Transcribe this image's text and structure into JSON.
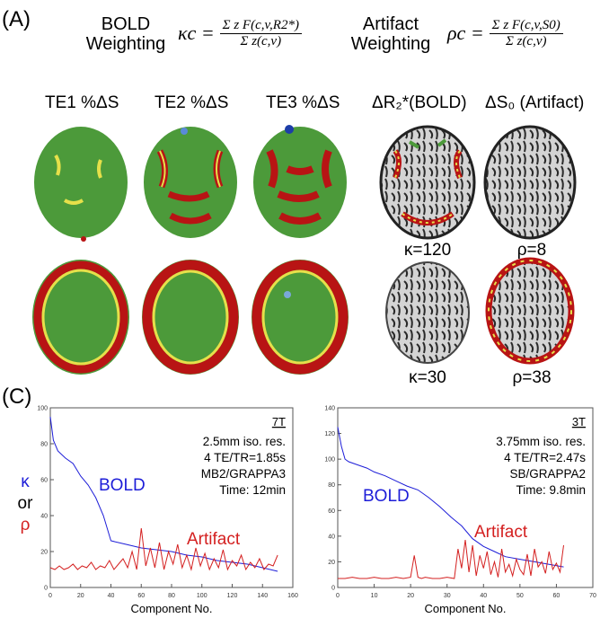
{
  "panel_a": {
    "label": "(A)",
    "bold_weighting": {
      "line1": "BOLD",
      "line2": "Weighting"
    },
    "artifact_weighting": {
      "line1": "Artifact",
      "line2": "Weighting"
    },
    "kappa_eq_lhs": "κc =",
    "rho_eq_lhs": "ρc =",
    "kappa_eq_num": "Σ z F(c,v,R2*)",
    "kappa_eq_den": "Σ z(c,v)",
    "rho_eq_num": "Σ z F(c,v,S0)",
    "rho_eq_den": "Σ z(c,v)",
    "column_headers": [
      "TE1 %ΔS",
      "TE2 %ΔS",
      "TE3 %ΔS",
      "ΔR₂*(BOLD)",
      "ΔS₀ (Artifact)"
    ],
    "row1_metrics": [
      "κ=120",
      "ρ=8"
    ],
    "row2_metrics": [
      "κ=30",
      "ρ=38"
    ]
  },
  "panel_c": {
    "label": "(C)"
  },
  "left_axis_labels": {
    "kappa": "κ",
    "or": "or",
    "rho": "ρ"
  },
  "colors": {
    "bold_line": "#1d1dd8",
    "artifact_line": "#d42020",
    "brain_green": "#4c9a3a",
    "brain_red": "#b81414",
    "brain_yellow": "#e6e04a"
  },
  "chart_data": [
    {
      "type": "line",
      "title": "7T",
      "annotation": [
        "2.5mm  iso. res.",
        "4 TE/TR=1.85s",
        "MB2/GRAPPA3",
        "Time: 12min"
      ],
      "xlabel": "Component No.",
      "ylabel": "",
      "xlim": [
        0,
        160
      ],
      "ylim": [
        0,
        100
      ],
      "xticks": [
        0,
        20,
        40,
        60,
        80,
        100,
        120,
        140,
        160
      ],
      "yticks": [
        0,
        20,
        40,
        60,
        80,
        100
      ],
      "series": [
        {
          "name": "BOLD",
          "x": [
            0,
            2,
            5,
            10,
            15,
            20,
            25,
            30,
            35,
            40,
            50,
            60,
            70,
            80,
            90,
            100,
            110,
            120,
            130,
            140,
            150
          ],
          "values": [
            95,
            82,
            76,
            72,
            69,
            62,
            57,
            50,
            40,
            26,
            24,
            22,
            21,
            20,
            18,
            17,
            15,
            14,
            13,
            11,
            9
          ]
        },
        {
          "name": "Artifact",
          "x": [
            0,
            3,
            6,
            9,
            12,
            15,
            18,
            21,
            24,
            27,
            30,
            33,
            36,
            39,
            42,
            45,
            48,
            51,
            54,
            57,
            60,
            63,
            66,
            69,
            72,
            75,
            78,
            81,
            84,
            87,
            90,
            93,
            96,
            99,
            102,
            105,
            108,
            111,
            114,
            117,
            120,
            123,
            126,
            129,
            132,
            135,
            138,
            141,
            144,
            147,
            150
          ],
          "values": [
            11,
            10,
            12,
            10,
            11,
            13,
            10,
            12,
            11,
            14,
            10,
            12,
            11,
            15,
            10,
            13,
            16,
            11,
            20,
            10,
            33,
            12,
            22,
            11,
            25,
            10,
            20,
            13,
            24,
            11,
            18,
            10,
            22,
            12,
            19,
            10,
            16,
            11,
            21,
            10,
            15,
            12,
            18,
            10,
            14,
            11,
            16,
            10,
            13,
            12,
            18
          ]
        }
      ]
    },
    {
      "type": "line",
      "title": "3T",
      "annotation": [
        "3.75mm iso. res.",
        "4 TE/TR=2.47s",
        "SB/GRAPPA2",
        "Time: 9.8min"
      ],
      "xlabel": "Component No.",
      "ylabel": "",
      "xlim": [
        0,
        70
      ],
      "ylim": [
        0,
        140
      ],
      "xticks": [
        0,
        10,
        20,
        30,
        40,
        50,
        60,
        70
      ],
      "yticks": [
        0,
        20,
        40,
        60,
        80,
        100,
        120,
        140
      ],
      "series": [
        {
          "name": "BOLD",
          "x": [
            0,
            1,
            2,
            3,
            5,
            8,
            10,
            13,
            16,
            19,
            22,
            25,
            28,
            31,
            34,
            37,
            40,
            43,
            46,
            50,
            54,
            58,
            62
          ],
          "values": [
            125,
            110,
            100,
            98,
            96,
            93,
            90,
            87,
            83,
            79,
            76,
            70,
            63,
            55,
            48,
            38,
            32,
            28,
            24,
            22,
            20,
            18,
            16
          ]
        },
        {
          "name": "Artifact",
          "x": [
            0,
            2,
            4,
            6,
            8,
            10,
            12,
            14,
            16,
            18,
            20,
            21,
            22,
            23,
            24,
            26,
            28,
            30,
            32,
            33,
            34,
            35,
            36,
            37,
            38,
            39,
            40,
            41,
            42,
            43,
            44,
            45,
            46,
            47,
            48,
            49,
            50,
            51,
            52,
            53,
            54,
            55,
            56,
            57,
            58,
            59,
            60,
            61,
            62
          ],
          "values": [
            7,
            7,
            8,
            7,
            7,
            8,
            7,
            7,
            8,
            7,
            8,
            25,
            8,
            7,
            8,
            7,
            7,
            8,
            7,
            30,
            15,
            37,
            12,
            33,
            9,
            25,
            15,
            28,
            10,
            20,
            8,
            30,
            12,
            18,
            9,
            22,
            14,
            10,
            26,
            9,
            30,
            16,
            20,
            11,
            28,
            14,
            19,
            12,
            33
          ]
        }
      ]
    }
  ]
}
